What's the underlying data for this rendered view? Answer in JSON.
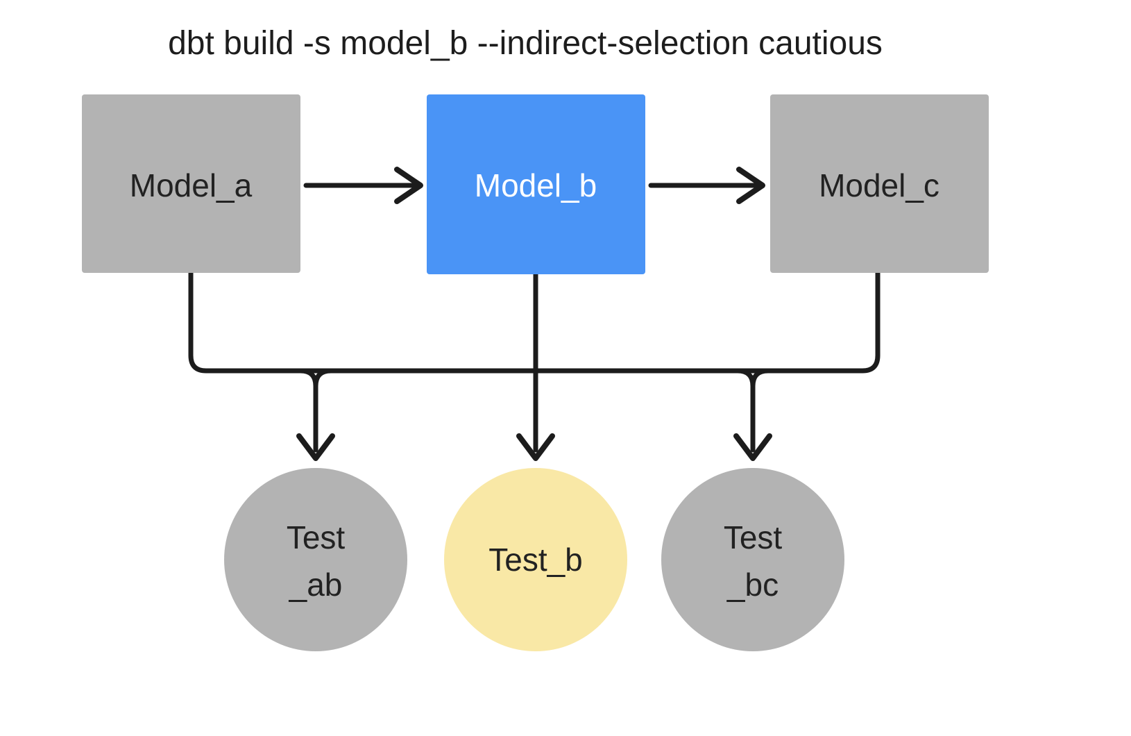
{
  "title": "dbt build -s model_b --indirect-selection cautious",
  "colors": {
    "model_default": "#b3b3b3",
    "model_selected": "#4a94f6",
    "test_default": "#b3b3b3",
    "test_selected": "#f9e8a6",
    "line": "#1c1c1c"
  },
  "nodes": {
    "model_a": {
      "label": "Model_a"
    },
    "model_b": {
      "label": "Model_b"
    },
    "model_c": {
      "label": "Model_c"
    },
    "test_ab": {
      "line1": "Test",
      "line2": "_ab"
    },
    "test_b": {
      "label": "Test_b"
    },
    "test_bc": {
      "line1": "Test",
      "line2": "_bc"
    }
  },
  "edges": [
    {
      "from": "model_a",
      "to": "model_b"
    },
    {
      "from": "model_b",
      "to": "model_c"
    },
    {
      "from": "model_a",
      "to": "test_ab"
    },
    {
      "from": "model_b",
      "to": "test_ab"
    },
    {
      "from": "model_b",
      "to": "test_b"
    },
    {
      "from": "model_b",
      "to": "test_bc"
    },
    {
      "from": "model_c",
      "to": "test_bc"
    }
  ]
}
